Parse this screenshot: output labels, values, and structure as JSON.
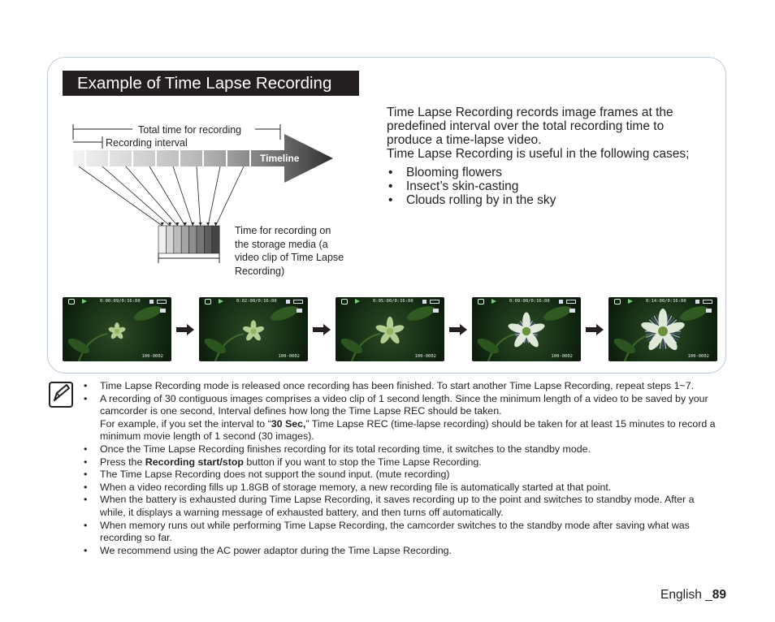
{
  "title": "Example of Time Lapse Recording",
  "intro": {
    "paragraph1": "Time Lapse Recording records image frames at the predefined interval over the total recording time to produce a time-lapse video.",
    "paragraph2": "Time Lapse Recording is useful in the following cases;",
    "cases": [
      "Blooming flowers",
      "Insect’s skin-casting",
      "Clouds rolling by in the sky"
    ]
  },
  "diagram": {
    "total_time_label": "Total time for recording",
    "interval_label": "Recording interval",
    "timeline_label": "Timeline",
    "storage_label_lines": [
      "Time for recording on",
      "the storage media (a",
      "video clip of Time Lapse",
      "Recording)"
    ]
  },
  "thumbnails": [
    {
      "timecode": "0:00:09/0:16:00",
      "file": "100-0002",
      "bloom": 0.05
    },
    {
      "timecode": "0:02:00/0:16:00",
      "file": "100-0002",
      "bloom": 0.2
    },
    {
      "timecode": "0:05:00/0:16:00",
      "file": "100-0002",
      "bloom": 0.45
    },
    {
      "timecode": "0:09:00/0:16:00",
      "file": "100-0002",
      "bloom": 0.75
    },
    {
      "timecode": "0:14:00/0:16:00",
      "file": "100-0002",
      "bloom": 1.0
    }
  ],
  "notes": {
    "icon": "note-pencil-icon",
    "n1": "Time Lapse Recording mode is released once recording has been finished. To start another Time Lapse Recording, repeat steps 1~7.",
    "n2a": "A recording of 30 contiguous images comprises a video clip of 1 second length. Since the minimum length of a video to be saved by your camcorder is one second, Interval defines how long the Time Lapse REC should be taken.",
    "n2b_pre": "For example, if you set the interval to “",
    "n2b_bold": "30 Sec,",
    "n2b_post": "” Time Lapse REC (time-lapse recording) should be taken for at least 15 minutes to record a minimum movie length of 1 second (30 images).",
    "n3": "Once the Time Lapse Recording finishes recording for its total recording time, it switches to the standby mode.",
    "n4_pre": "Press the ",
    "n4_bold": "Recording start/stop",
    "n4_post": " button if you want to stop the Time Lapse Recording.",
    "n5": "The Time Lapse Recording does not support the sound input. (mute recording)",
    "n6": "When a video recording fills up 1.8GB of storage memory, a new recording file is automatically started at that point.",
    "n7": "When the battery is exhausted during Time Lapse Recording, it saves recording up to the point and switches to standby mode. After a while, it displays a warning message of exhausted battery, and then turns off automatically.",
    "n8": "When memory runs out while performing Time Lapse Recording, the camcorder switches to the standby mode after saving what was recording so far.",
    "n9": "We recommend using the AC power adaptor during the Time Lapse Recording."
  },
  "footer": {
    "language": "English _",
    "page": "89"
  }
}
